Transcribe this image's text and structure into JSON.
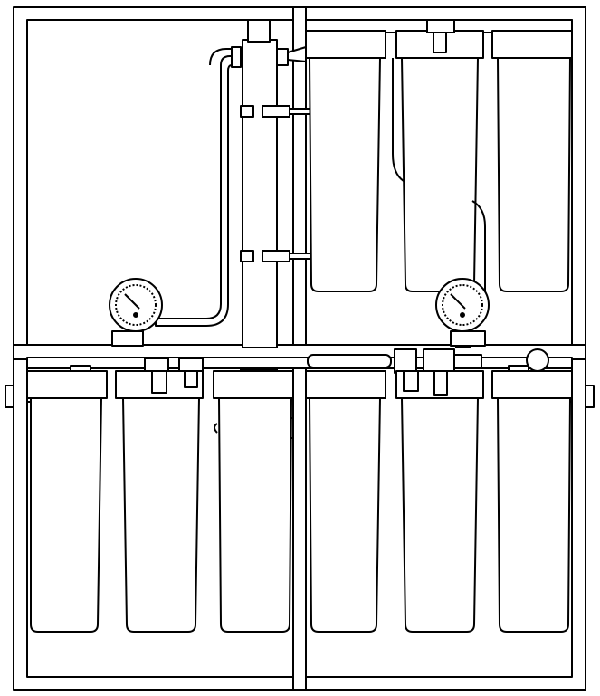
{
  "drawing": {
    "subject": "filter-system-assembly",
    "stroke_color": "#000000",
    "fill_color": "#ffffff",
    "frame": {
      "bays": 2,
      "tiers": 2
    },
    "top_tier": {
      "left_bay": {
        "filter_housings": 0,
        "contents": [
          "pressure-gauge",
          "riser-pipe",
          "manifold-column"
        ]
      },
      "right_bay": {
        "filter_housings": 3,
        "contents": [
          "filter-housings",
          "pressure-gauge",
          "header-pipe"
        ]
      }
    },
    "bottom_tier": {
      "left_bay": {
        "filter_housings": 3
      },
      "right_bay": {
        "filter_housings": 3
      }
    },
    "gauges": 2
  }
}
